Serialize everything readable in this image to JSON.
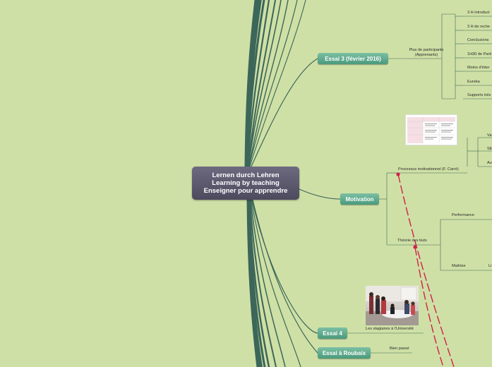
{
  "central": {
    "lines": [
      "Lernen durch Lehren",
      "Learning by teaching",
      "Enseigner pour apprendre"
    ]
  },
  "essai3": {
    "label": "Essai 3 (février 2016)",
    "sub": "Plus de participants (Apprenants)",
    "items": [
      "3 H introduct",
      "3 H de reche",
      "Conclusions",
      "1H30 de Parti",
      "Moins d'inter",
      "Eureka",
      "Supports trés"
    ]
  },
  "motivation": {
    "label": "Motivation",
    "processus": "Processus motivationnel (F. Carré)",
    "processus_items": [
      "Va",
      "SE",
      "Au"
    ],
    "theorie": "Théorie des buts",
    "theorie_items": [
      "Performance",
      "Maitrise"
    ],
    "theorie_sub": "Li"
  },
  "essai4": {
    "label": "Essai 4",
    "caption": "Les stagiaires à l'Université"
  },
  "roubaix": {
    "label": "Essai à Roubaix",
    "child": "Bien passé"
  },
  "colors": {
    "background": "#cfe0a6",
    "trunk": "#3c6659",
    "topic": "#5aa98a",
    "relation": "#d0204a"
  }
}
